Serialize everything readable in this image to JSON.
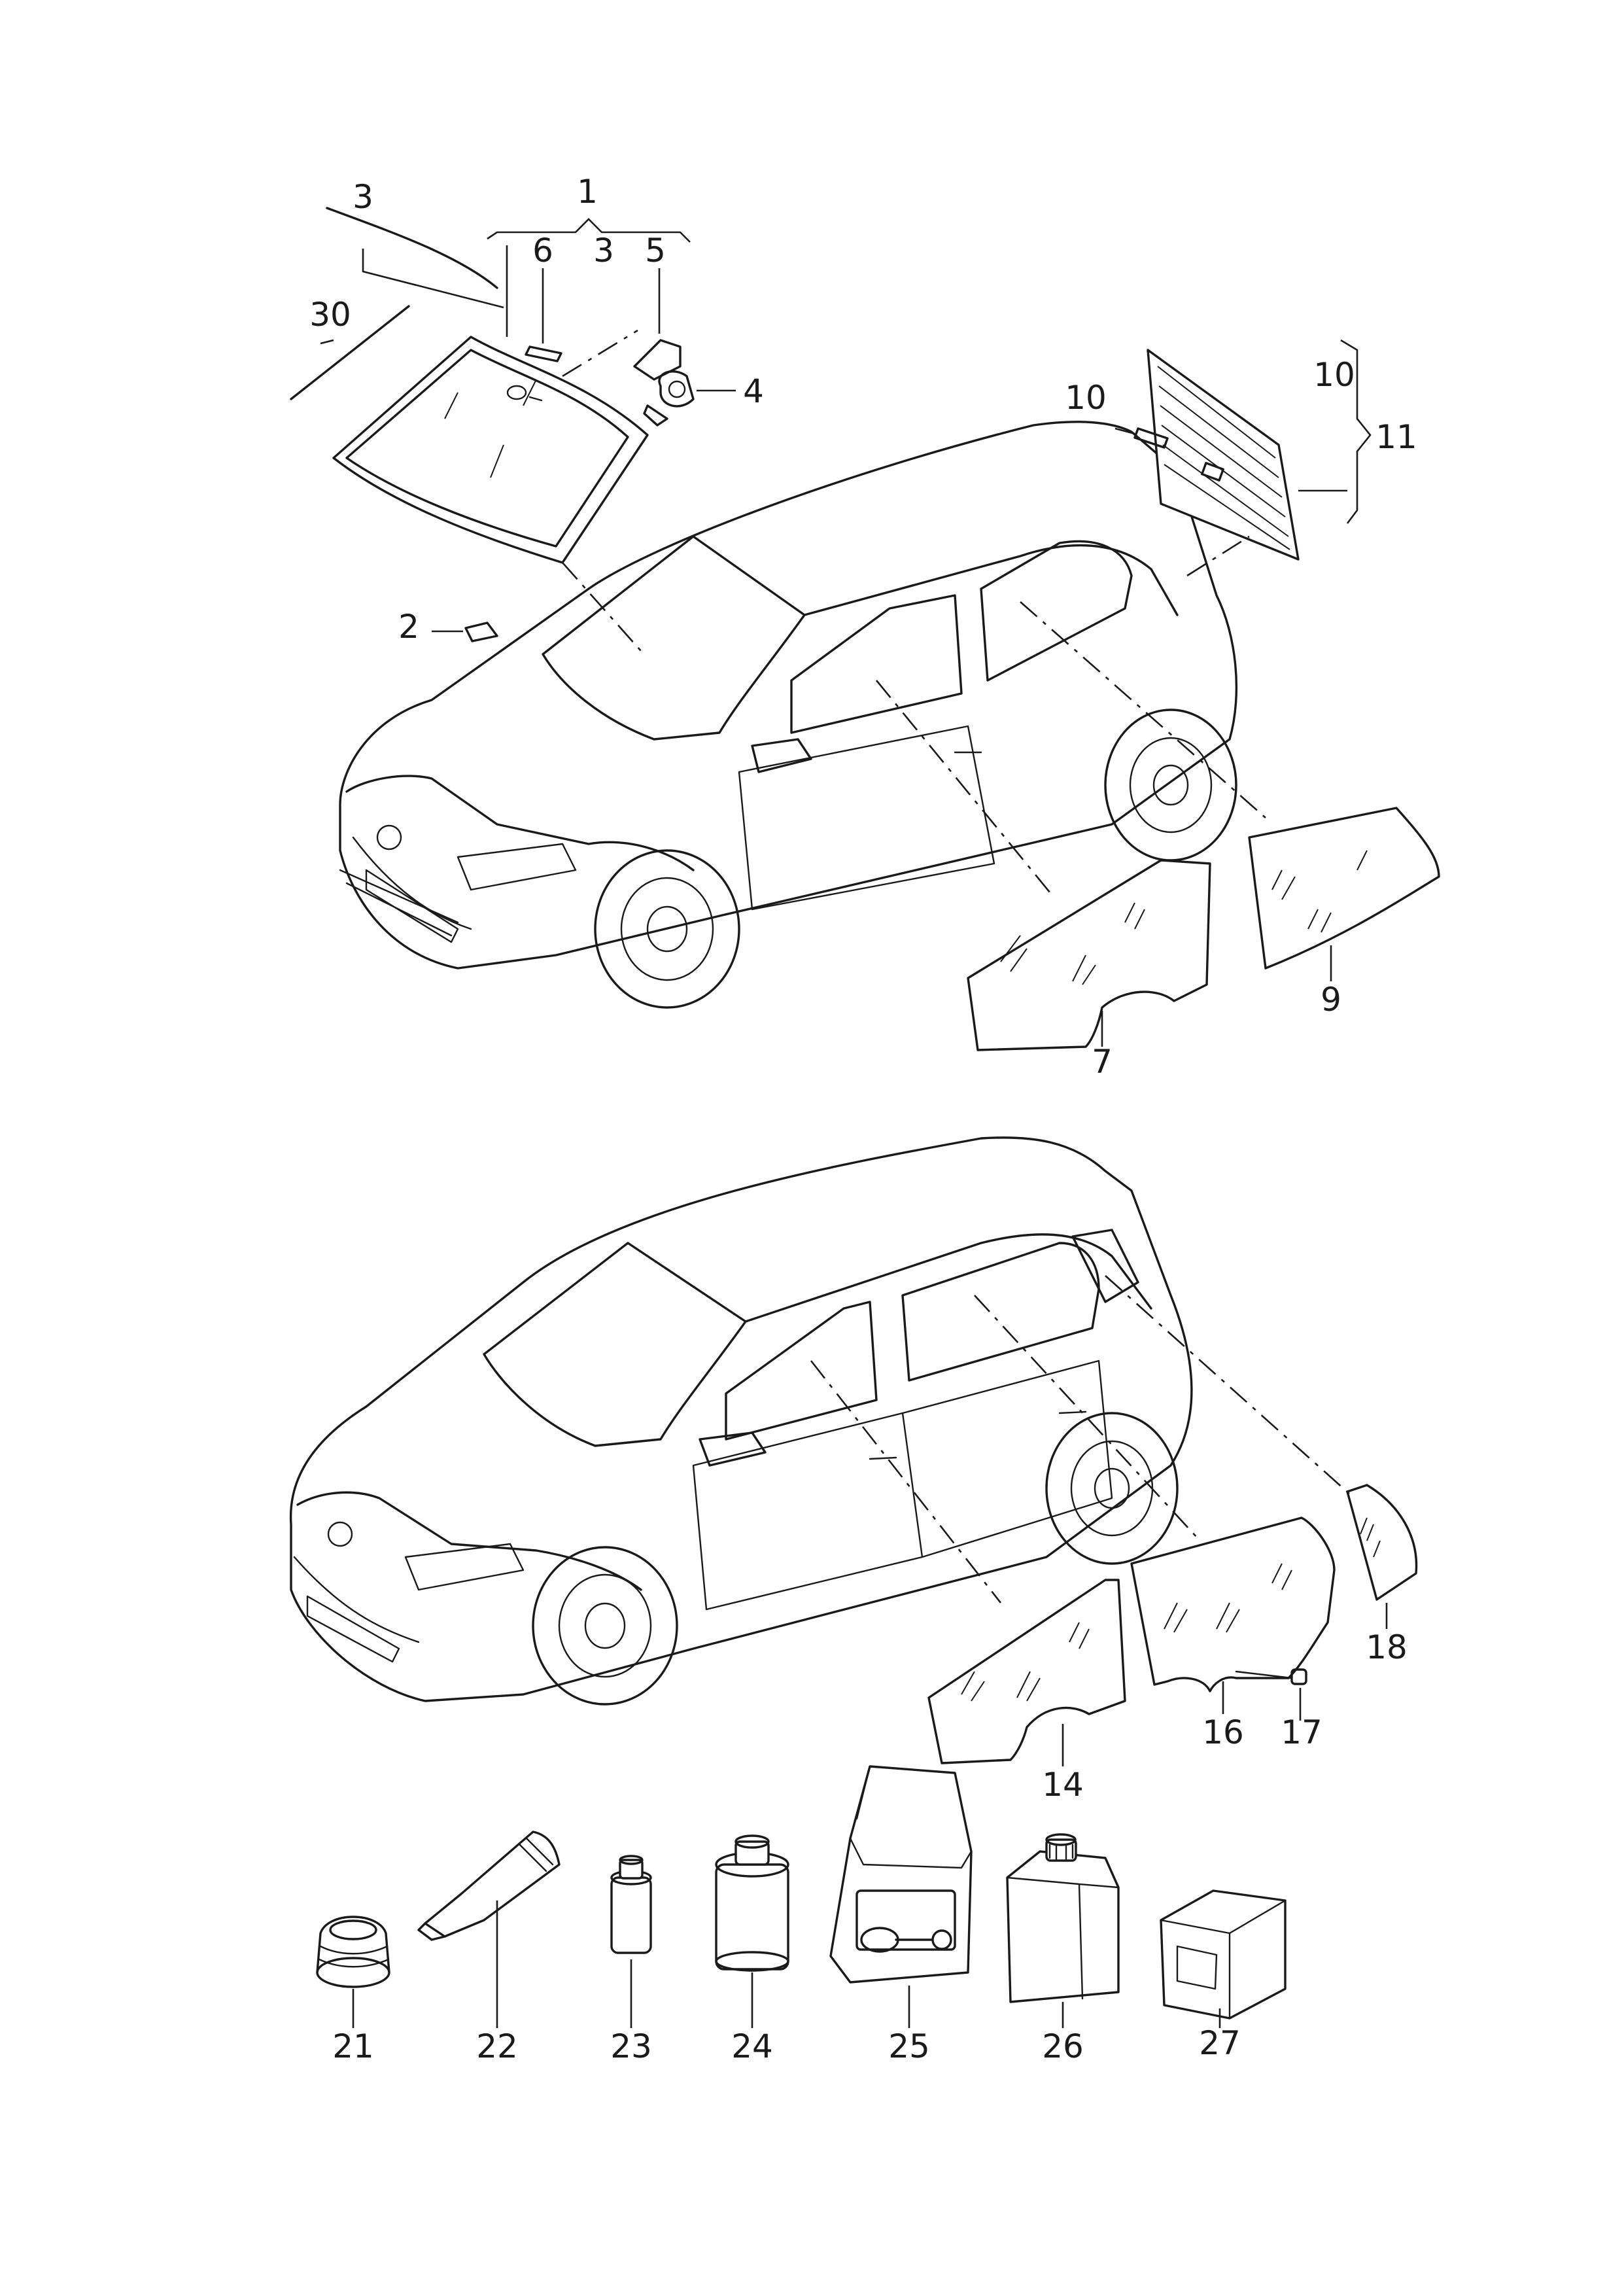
{
  "callouts": {
    "c1": "1",
    "c2": "2",
    "c3a": "3",
    "c3b": "3",
    "c4": "4",
    "c5": "5",
    "c6": "6",
    "c7": "7",
    "c9": "9",
    "c10a": "10",
    "c10b": "10",
    "c11": "11",
    "c14": "14",
    "c16": "16",
    "c17": "17",
    "c18": "18",
    "c21": "21",
    "c22": "22",
    "c23": "23",
    "c24": "24",
    "c25": "25",
    "c26": "26",
    "c27": "27",
    "c30": "30"
  }
}
